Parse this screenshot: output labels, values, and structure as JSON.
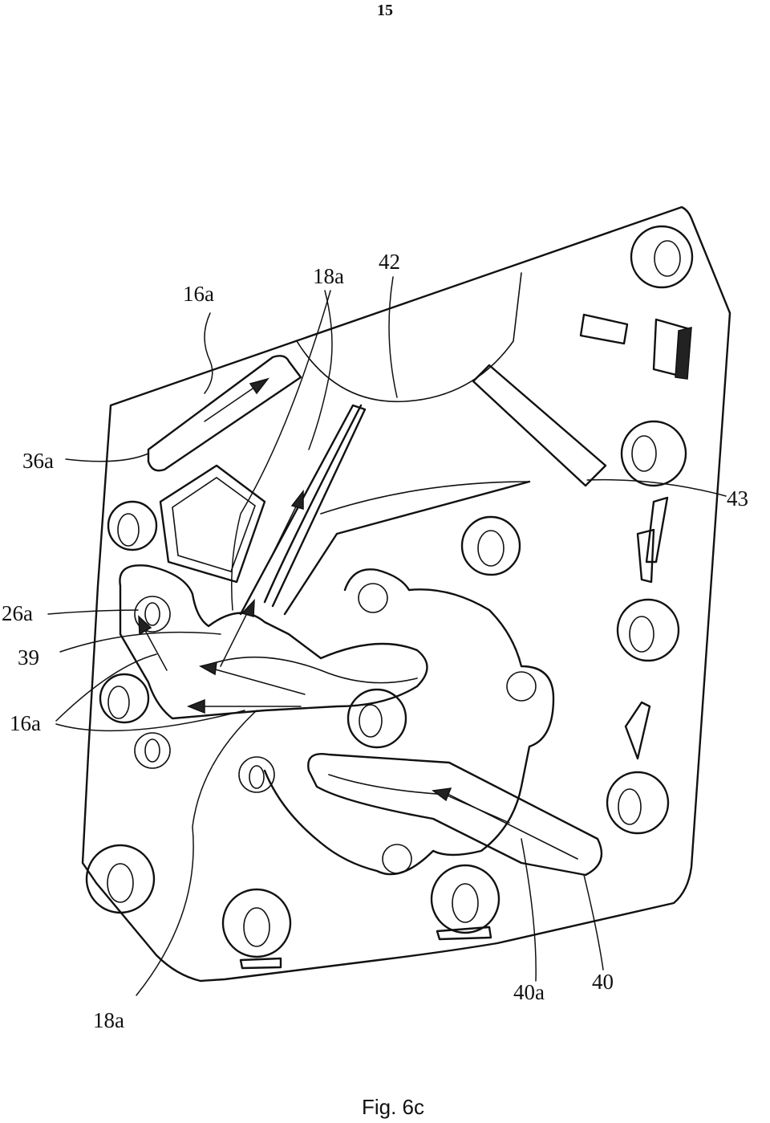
{
  "page": {
    "number": "15",
    "caption": "Fig. 6c"
  },
  "labels": {
    "l_16a_top": "16a",
    "l_18a_top": "18a",
    "l_42": "42",
    "l_36a": "36a",
    "l_43": "43",
    "l_26a": "26a",
    "l_39": "39",
    "l_16a_left": "16a",
    "l_18a_bottom": "18a",
    "l_40a": "40a",
    "l_40": "40"
  },
  "colors": {
    "ink": "#111111",
    "paper": "#ffffff"
  }
}
